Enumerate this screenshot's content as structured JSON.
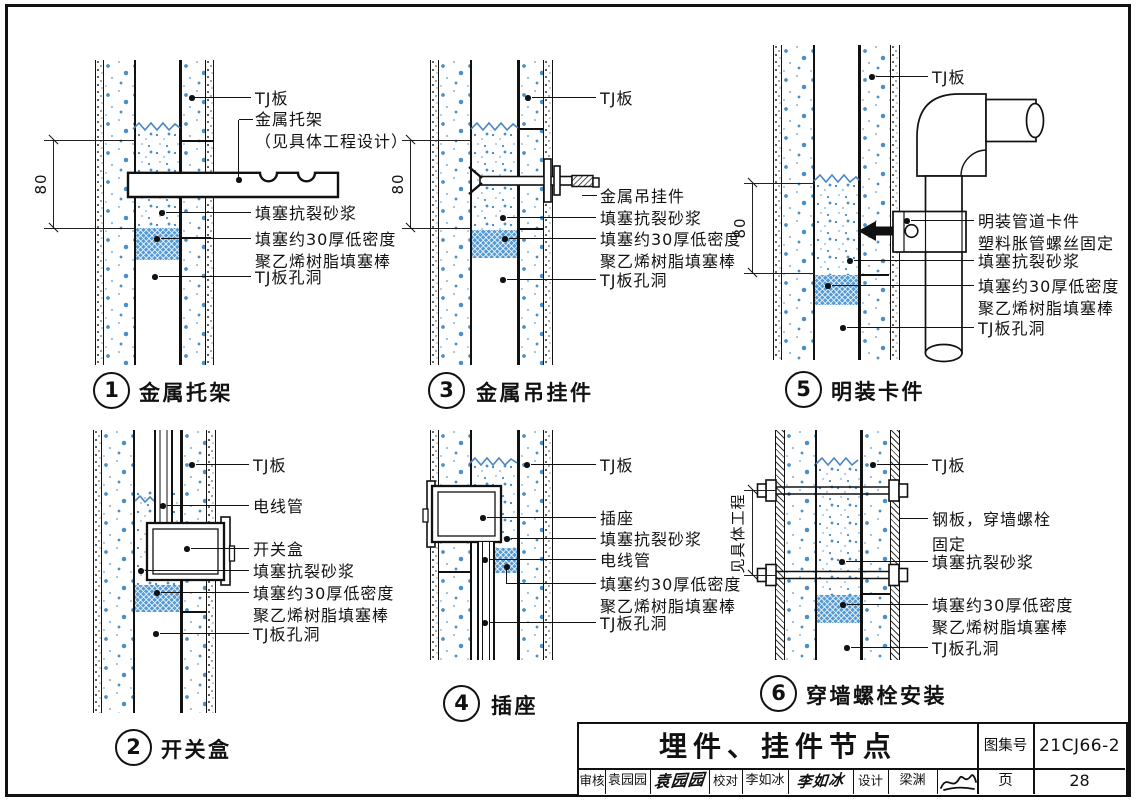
{
  "page": {
    "bg": "#ffffff",
    "line_color": "#111111",
    "speckle_blue": "#4a8fc7",
    "plug_blue": "#559ad2",
    "break_blue": "#4a86c6"
  },
  "details": [
    {
      "num": "1",
      "caption": "金属托架",
      "dim": "80",
      "labels": {
        "tj": "TJ板",
        "part": "金属托架",
        "part2": "（见具体工程设计）",
        "mortar": "填塞抗裂砂浆",
        "plug1": "填塞约30厚低密度",
        "plug2": "聚乙烯树脂填塞棒",
        "hole": "TJ板孔洞"
      }
    },
    {
      "num": "2",
      "caption": "开关盒",
      "labels": {
        "tj": "TJ板",
        "conduit": "电线管",
        "box": "开关盒",
        "mortar": "填塞抗裂砂浆",
        "plug1": "填塞约30厚低密度",
        "plug2": "聚乙烯树脂填塞棒",
        "hole": "TJ板孔洞"
      }
    },
    {
      "num": "3",
      "caption": "金属吊挂件",
      "dim": "80",
      "labels": {
        "tj": "TJ板",
        "part": "金属吊挂件",
        "mortar": "填塞抗裂砂浆",
        "plug1": "填塞约30厚低密度",
        "plug2": "聚乙烯树脂填塞棒",
        "hole": "TJ板孔洞"
      }
    },
    {
      "num": "4",
      "caption": "插座",
      "labels": {
        "tj": "TJ板",
        "socket": "插座",
        "mortar": "填塞抗裂砂浆",
        "conduit": "电线管",
        "plug1": "填塞约30厚低密度",
        "plug2": "聚乙烯树脂填塞棒",
        "hole": "TJ板孔洞"
      }
    },
    {
      "num": "5",
      "caption": "明装卡件",
      "dim": "80",
      "labels": {
        "tj": "TJ板",
        "part": "明装管道卡件",
        "part2": "塑料胀管螺丝固定",
        "mortar": "填塞抗裂砂浆",
        "plug1": "填塞约30厚低密度",
        "plug2": "聚乙烯树脂填塞棒",
        "hole": "TJ板孔洞"
      }
    },
    {
      "num": "6",
      "caption": "穿墙螺栓安装",
      "dim": "见具体工程",
      "labels": {
        "tj": "TJ板",
        "part": "钢板，穿墙螺栓",
        "part2": "固定",
        "mortar": "填塞抗裂砂浆",
        "plug1": "填塞约30厚低密度",
        "plug2": "聚乙烯树脂填塞棒",
        "hole": "TJ板孔洞"
      }
    }
  ],
  "title_block": {
    "title": "埋件、挂件节点",
    "atlas_label": "图集号",
    "atlas_no": "21CJ66-2",
    "page_label": "页",
    "page_no": "28",
    "reviewer_label": "审核",
    "reviewer": "袁园园",
    "reviewer_sig": "袁园园",
    "checker_label": "校对",
    "checker": "李如冰",
    "checker_sig": "李如冰",
    "designer_label": "设计",
    "designer": "梁渊"
  }
}
